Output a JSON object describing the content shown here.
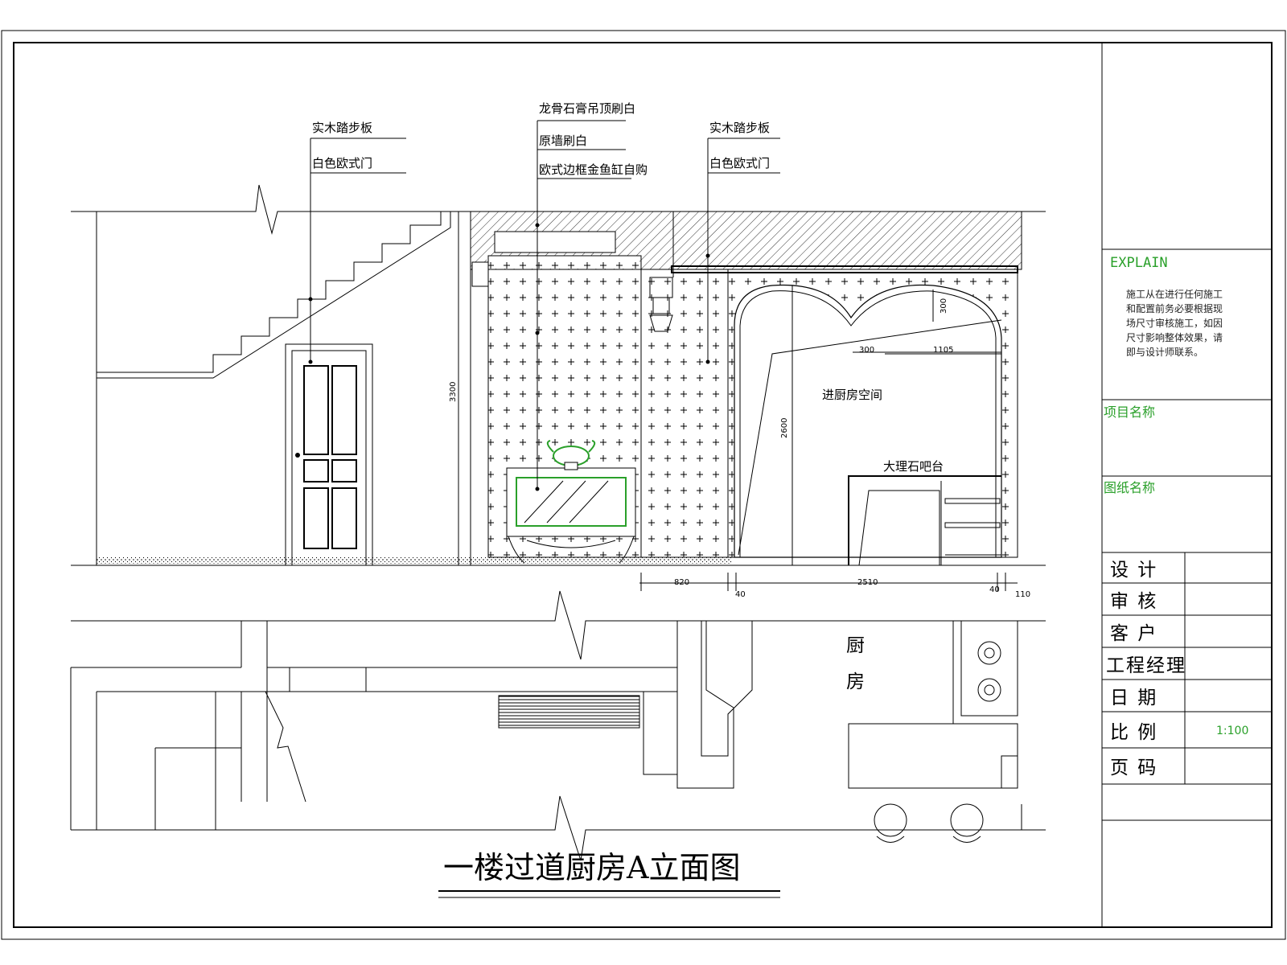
{
  "title": "一楼过道厨房A立面图",
  "annotations": {
    "left_tread": "实木踏步板",
    "left_door": "白色欧式门",
    "ceiling": "龙骨石膏吊顶刷白",
    "wall": "原墙刷白",
    "fishtank": "欧式边框金鱼缸自购",
    "right_tread": "实木踏步板",
    "right_door": "白色欧式门",
    "kitchen_space": "进厨房空间",
    "marble_bar": "大理石吧台"
  },
  "dimensions": {
    "height_3300": "3300",
    "height_2600": "2600",
    "height_300": "300",
    "w_300": "300",
    "w_1105": "1105",
    "w_820": "820",
    "w_40a": "40",
    "w_2510": "2510",
    "w_40b": "40",
    "w_110": "110"
  },
  "plan": {
    "kitchen_char1": "厨",
    "kitchen_char2": "房"
  },
  "title_block": {
    "explain_heading": "EXPLAIN",
    "explain_lines": [
      "施工从在进行任何施工",
      "和配置前务必要根据现",
      "场尺寸审核施工，如因",
      "尺寸影响整体效果，请",
      "即与设计师联系。"
    ],
    "project_name_label": "项目名称",
    "drawing_name_label": "图纸名称",
    "rows": [
      {
        "label": "设  计",
        "value": ""
      },
      {
        "label": "审  核",
        "value": ""
      },
      {
        "label": "客  户",
        "value": ""
      },
      {
        "label": "工程经理",
        "value": ""
      },
      {
        "label": "日  期",
        "value": ""
      },
      {
        "label": "比  例",
        "value": "1:100"
      },
      {
        "label": "页  码",
        "value": ""
      }
    ]
  },
  "colors": {
    "line": "#000000",
    "accent_green": "#2aa02a"
  }
}
